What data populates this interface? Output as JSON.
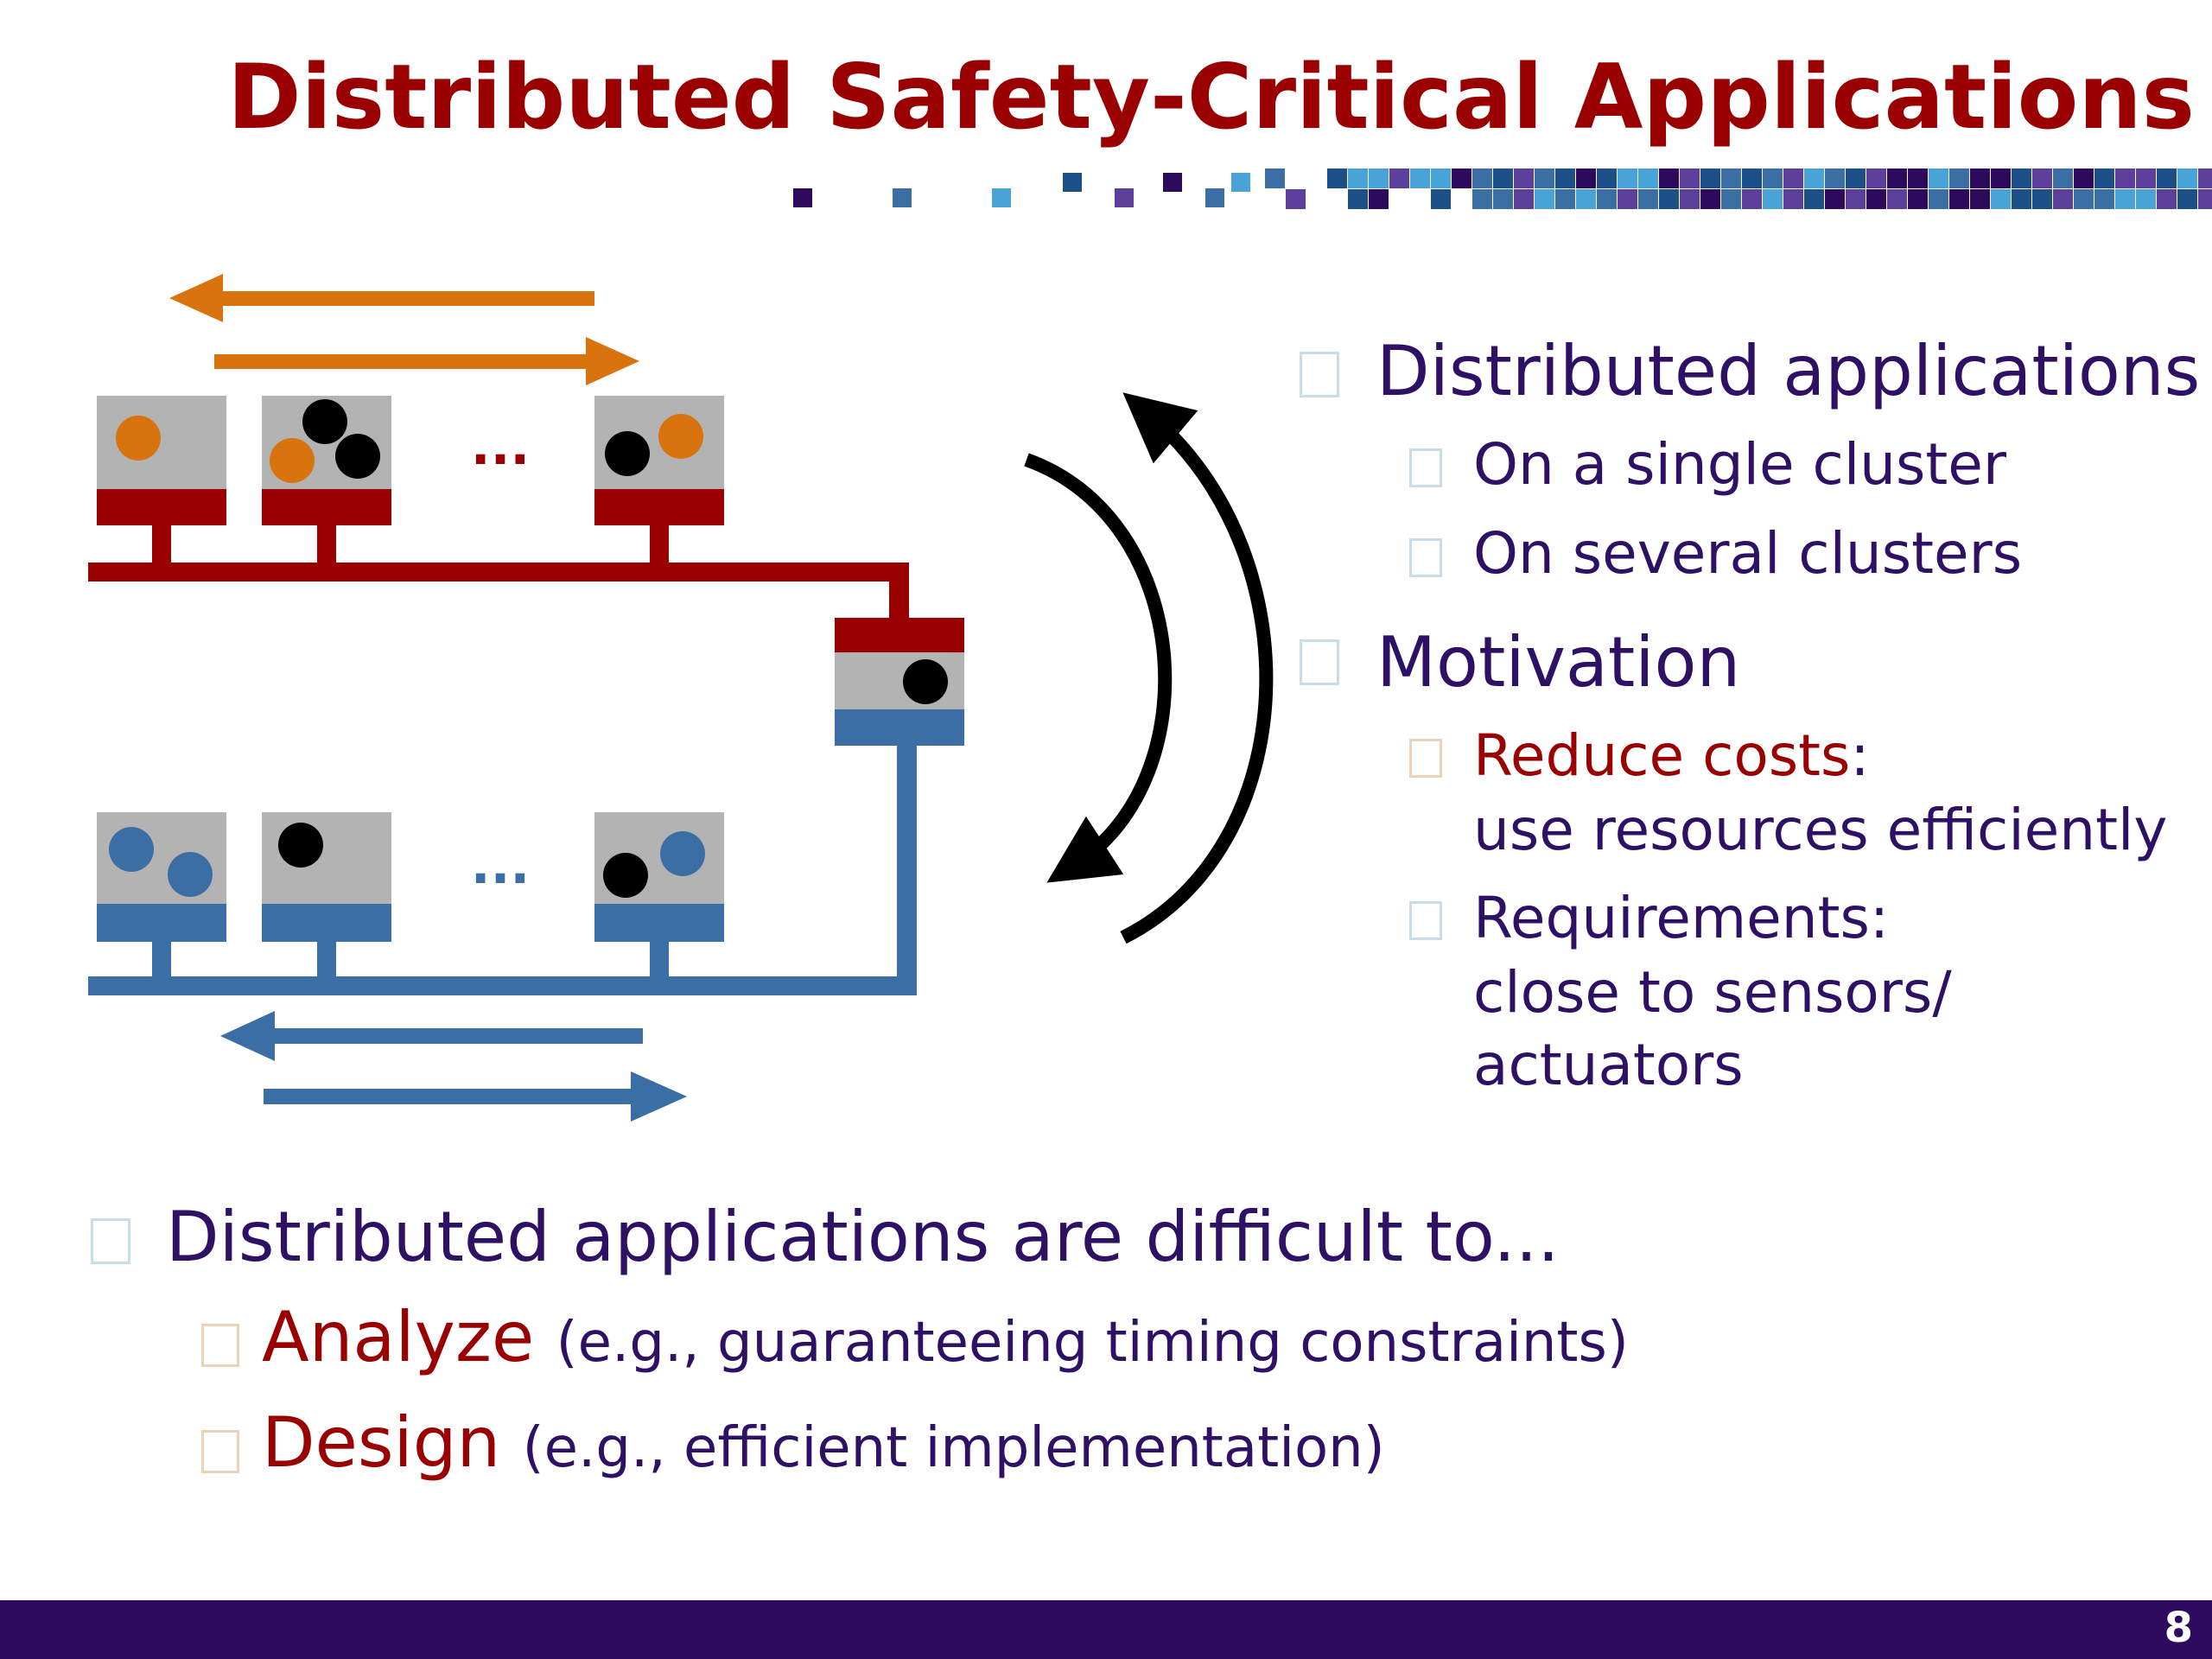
{
  "slide": {
    "title": "Distributed Safety-Critical Applications",
    "page_number": "8"
  },
  "diagram": {
    "top_ellipsis": "...",
    "bottom_ellipsis": "..."
  },
  "bullets": {
    "distributed_applications": "Distributed applications",
    "single_cluster": "On a single cluster",
    "several_clusters": "On several clusters",
    "motivation": "Motivation",
    "reduce_costs": "Reduce costs",
    "reduce_costs_colon": ":",
    "reduce_costs_detail": "use resources efficiently",
    "requirements": "Requirements:",
    "requirements_line2": "close to sensors/",
    "requirements_line3": "actuators",
    "difficult": "Distributed applications are difficult to...",
    "analyze": "Analyze",
    "analyze_detail": "(e.g., guaranteeing timing constraints)",
    "design": "Design",
    "design_detail": "(e.g., efficient implementation)"
  },
  "colors": {
    "title_red": "#9b0000",
    "text_purple": "#2e1065",
    "bus_red": "#9b0000",
    "bus_blue": "#3a6ea5",
    "orange": "#d9730d",
    "node_gray": "#b3b3b3",
    "footer": "#2e0a5f"
  }
}
